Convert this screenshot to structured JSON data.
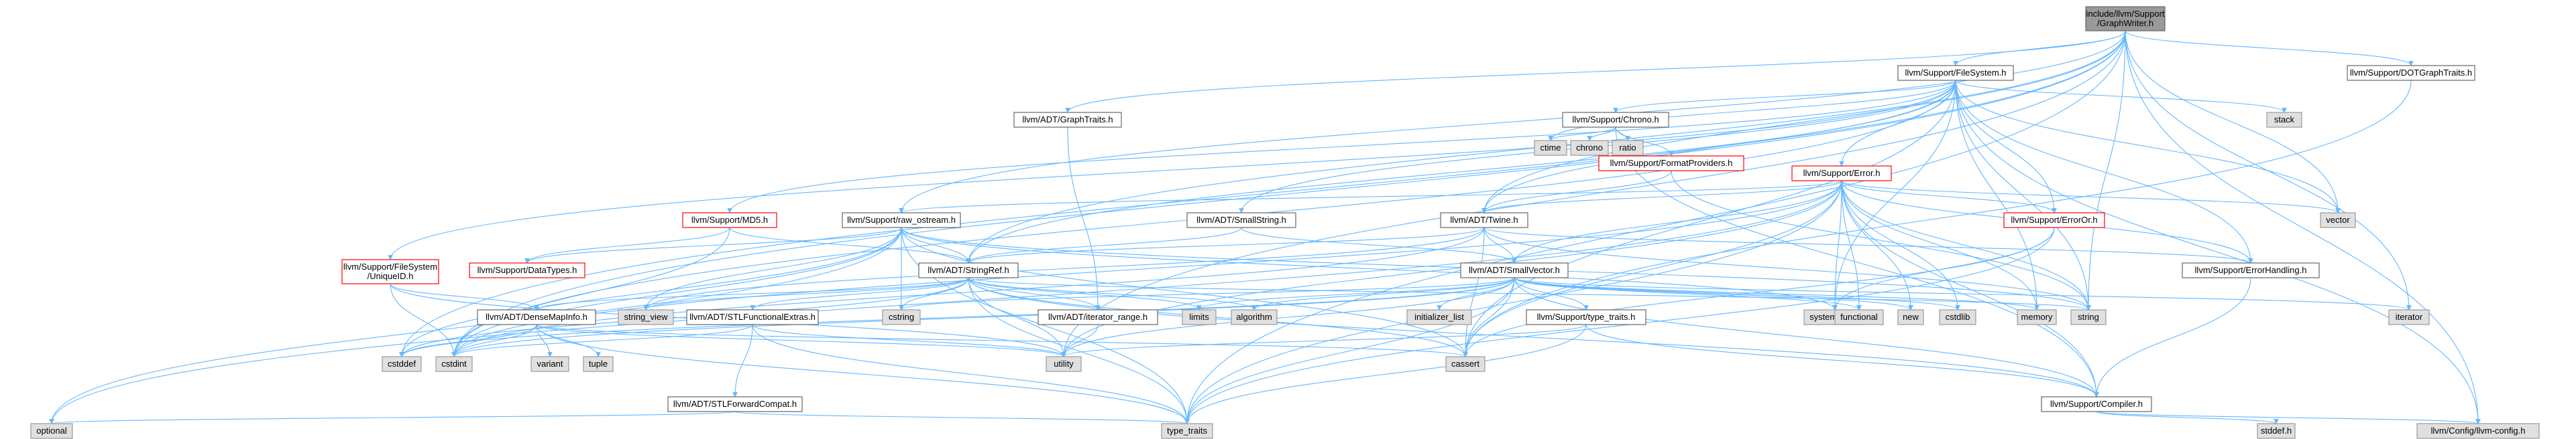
{
  "colors": {
    "root_fill": "#999999",
    "root_stroke": "#666666",
    "header_fill": "#ffffff",
    "header_stroke": "#666666",
    "red_stroke": "#ff0000",
    "std_fill": "#e0e0e0",
    "std_stroke": "#999999",
    "edge": "#63b8ff"
  },
  "nodes": [
    {
      "id": "root",
      "lines": [
        "include/llvm/Support",
        "/GraphWriter.h"
      ],
      "kind": "root"
    },
    {
      "id": "filesystem",
      "lines": [
        "llvm/Support/FileSystem.h"
      ],
      "kind": "header"
    },
    {
      "id": "dotgraphtraits",
      "lines": [
        "llvm/Support/DOTGraphTraits.h"
      ],
      "kind": "header"
    },
    {
      "id": "graphtraits",
      "lines": [
        "llvm/ADT/GraphTraits.h"
      ],
      "kind": "header"
    },
    {
      "id": "chrono_h",
      "lines": [
        "llvm/Support/Chrono.h"
      ],
      "kind": "header"
    },
    {
      "id": "stack",
      "lines": [
        "stack"
      ],
      "kind": "std"
    },
    {
      "id": "ctime",
      "lines": [
        "ctime"
      ],
      "kind": "std"
    },
    {
      "id": "chrono",
      "lines": [
        "chrono"
      ],
      "kind": "std"
    },
    {
      "id": "ratio",
      "lines": [
        "ratio"
      ],
      "kind": "std"
    },
    {
      "id": "formatproviders",
      "lines": [
        "llvm/Support/FormatProviders.h"
      ],
      "kind": "red"
    },
    {
      "id": "error_h",
      "lines": [
        "llvm/Support/Error.h"
      ],
      "kind": "red"
    },
    {
      "id": "md5",
      "lines": [
        "llvm/Support/MD5.h"
      ],
      "kind": "red"
    },
    {
      "id": "raw_ostream",
      "lines": [
        "llvm/Support/raw_ostream.h"
      ],
      "kind": "header"
    },
    {
      "id": "smallstring",
      "lines": [
        "llvm/ADT/SmallString.h"
      ],
      "kind": "header"
    },
    {
      "id": "twine",
      "lines": [
        "llvm/ADT/Twine.h"
      ],
      "kind": "header"
    },
    {
      "id": "erroror",
      "lines": [
        "llvm/Support/ErrorOr.h"
      ],
      "kind": "red"
    },
    {
      "id": "vector",
      "lines": [
        "vector"
      ],
      "kind": "std"
    },
    {
      "id": "uniqueid",
      "lines": [
        "llvm/Support/FileSystem",
        "/UniqueID.h"
      ],
      "kind": "red"
    },
    {
      "id": "datatypes",
      "lines": [
        "llvm/Support/DataTypes.h"
      ],
      "kind": "red"
    },
    {
      "id": "stringref",
      "lines": [
        "llvm/ADT/StringRef.h"
      ],
      "kind": "header"
    },
    {
      "id": "smallvector",
      "lines": [
        "llvm/ADT/SmallVector.h"
      ],
      "kind": "header"
    },
    {
      "id": "system_error",
      "lines": [
        "system_error"
      ],
      "kind": "std"
    },
    {
      "id": "errorhandling",
      "lines": [
        "llvm/Support/ErrorHandling.h"
      ],
      "kind": "header"
    },
    {
      "id": "densemapinfo",
      "lines": [
        "llvm/ADT/DenseMapInfo.h"
      ],
      "kind": "header"
    },
    {
      "id": "string_view",
      "lines": [
        "string_view"
      ],
      "kind": "std"
    },
    {
      "id": "stlfunctional",
      "lines": [
        "llvm/ADT/STLFunctionalExtras.h"
      ],
      "kind": "header"
    },
    {
      "id": "cstring",
      "lines": [
        "cstring"
      ],
      "kind": "std"
    },
    {
      "id": "iterator_range",
      "lines": [
        "llvm/ADT/iterator_range.h"
      ],
      "kind": "header"
    },
    {
      "id": "limits",
      "lines": [
        "limits"
      ],
      "kind": "std"
    },
    {
      "id": "algorithm",
      "lines": [
        "algorithm"
      ],
      "kind": "std"
    },
    {
      "id": "initializer_list",
      "lines": [
        "initializer_list"
      ],
      "kind": "std"
    },
    {
      "id": "type_traits_h",
      "lines": [
        "llvm/Support/type_traits.h"
      ],
      "kind": "header"
    },
    {
      "id": "functional",
      "lines": [
        "functional"
      ],
      "kind": "std"
    },
    {
      "id": "new",
      "lines": [
        "new"
      ],
      "kind": "std"
    },
    {
      "id": "cstdlib",
      "lines": [
        "cstdlib"
      ],
      "kind": "std"
    },
    {
      "id": "memory",
      "lines": [
        "memory"
      ],
      "kind": "std"
    },
    {
      "id": "string",
      "lines": [
        "string"
      ],
      "kind": "std"
    },
    {
      "id": "iterator",
      "lines": [
        "iterator"
      ],
      "kind": "std"
    },
    {
      "id": "cstddef",
      "lines": [
        "cstddef"
      ],
      "kind": "std"
    },
    {
      "id": "cstdint",
      "lines": [
        "cstdint"
      ],
      "kind": "std"
    },
    {
      "id": "variant",
      "lines": [
        "variant"
      ],
      "kind": "std"
    },
    {
      "id": "tuple",
      "lines": [
        "tuple"
      ],
      "kind": "std"
    },
    {
      "id": "utility",
      "lines": [
        "utility"
      ],
      "kind": "std"
    },
    {
      "id": "cassert",
      "lines": [
        "cassert"
      ],
      "kind": "std"
    },
    {
      "id": "stlforward",
      "lines": [
        "llvm/ADT/STLForwardCompat.h"
      ],
      "kind": "header"
    },
    {
      "id": "compiler",
      "lines": [
        "llvm/Support/Compiler.h"
      ],
      "kind": "header"
    },
    {
      "id": "optional",
      "lines": [
        "optional"
      ],
      "kind": "std"
    },
    {
      "id": "type_traits",
      "lines": [
        "type_traits"
      ],
      "kind": "std"
    },
    {
      "id": "stddef",
      "lines": [
        "stddef.h"
      ],
      "kind": "std"
    },
    {
      "id": "config",
      "lines": [
        "llvm/Config/llvm-config.h"
      ],
      "kind": "std"
    }
  ],
  "edges": [
    [
      "root",
      "filesystem"
    ],
    [
      "root",
      "dotgraphtraits"
    ],
    [
      "root",
      "graphtraits"
    ],
    [
      "root",
      "raw_ostream"
    ],
    [
      "root",
      "stringref"
    ],
    [
      "root",
      "twine"
    ],
    [
      "root",
      "vector"
    ],
    [
      "root",
      "string"
    ],
    [
      "root",
      "iterator"
    ],
    [
      "root",
      "cstddef"
    ],
    [
      "root",
      "type_traits"
    ],
    [
      "root",
      "config"
    ],
    [
      "root",
      "utility"
    ],
    [
      "root",
      "cstdint"
    ],
    [
      "filesystem",
      "chrono_h"
    ],
    [
      "filesystem",
      "error_h"
    ],
    [
      "filesystem",
      "erroror"
    ],
    [
      "filesystem",
      "md5"
    ],
    [
      "filesystem",
      "uniqueid"
    ],
    [
      "filesystem",
      "smallstring"
    ],
    [
      "filesystem",
      "twine"
    ],
    [
      "filesystem",
      "stringref"
    ],
    [
      "filesystem",
      "stack"
    ],
    [
      "filesystem",
      "ctime"
    ],
    [
      "filesystem",
      "vector"
    ],
    [
      "filesystem",
      "system_error"
    ],
    [
      "filesystem",
      "memory"
    ],
    [
      "filesystem",
      "string"
    ],
    [
      "filesystem",
      "cassert"
    ],
    [
      "filesystem",
      "cstdint"
    ],
    [
      "filesystem",
      "errorhandling"
    ],
    [
      "filesystem",
      "config"
    ],
    [
      "dotgraphtraits",
      "cassert"
    ],
    [
      "graphtraits",
      "iterator_range"
    ],
    [
      "chrono_h",
      "ctime"
    ],
    [
      "chrono_h",
      "chrono"
    ],
    [
      "chrono_h",
      "ratio"
    ],
    [
      "chrono_h",
      "formatproviders"
    ],
    [
      "chrono_h",
      "compiler"
    ],
    [
      "formatproviders",
      "twine"
    ],
    [
      "formatproviders",
      "string"
    ],
    [
      "error_h",
      "vector"
    ],
    [
      "error_h",
      "raw_ostream"
    ],
    [
      "error_h",
      "twine"
    ],
    [
      "error_h",
      "erroror"
    ],
    [
      "error_h",
      "system_error"
    ],
    [
      "error_h",
      "errorhandling"
    ],
    [
      "error_h",
      "smallvector"
    ],
    [
      "error_h",
      "optional"
    ],
    [
      "error_h",
      "functional"
    ],
    [
      "error_h",
      "new"
    ],
    [
      "error_h",
      "cstdlib"
    ],
    [
      "error_h",
      "memory"
    ],
    [
      "error_h",
      "string"
    ],
    [
      "error_h",
      "cassert"
    ],
    [
      "error_h",
      "type_traits"
    ],
    [
      "error_h",
      "utility"
    ],
    [
      "error_h",
      "compiler"
    ],
    [
      "error_h",
      "cstdint"
    ],
    [
      "md5",
      "stringref"
    ],
    [
      "md5",
      "datatypes"
    ],
    [
      "md5",
      "cstdint"
    ],
    [
      "raw_ostream",
      "stringref"
    ],
    [
      "raw_ostream",
      "datatypes"
    ],
    [
      "raw_ostream",
      "string_view"
    ],
    [
      "raw_ostream",
      "cstring"
    ],
    [
      "raw_ostream",
      "optional"
    ],
    [
      "raw_ostream",
      "string"
    ],
    [
      "raw_ostream",
      "system_error"
    ],
    [
      "raw_ostream",
      "type_traits"
    ],
    [
      "raw_ostream",
      "cassert"
    ],
    [
      "raw_ostream",
      "cstddef"
    ],
    [
      "raw_ostream",
      "cstdint"
    ],
    [
      "smallstring",
      "stringref"
    ],
    [
      "smallstring",
      "smallvector"
    ],
    [
      "twine",
      "smallvector"
    ],
    [
      "twine",
      "stringref"
    ],
    [
      "twine",
      "errorhandling"
    ],
    [
      "twine",
      "cassert"
    ],
    [
      "twine",
      "cstdint"
    ],
    [
      "twine",
      "string"
    ],
    [
      "twine",
      "string_view"
    ],
    [
      "erroror",
      "system_error"
    ],
    [
      "erroror",
      "type_traits"
    ],
    [
      "erroror",
      "cassert"
    ],
    [
      "uniqueid",
      "densemapinfo"
    ],
    [
      "uniqueid",
      "cstdint"
    ],
    [
      "uniqueid",
      "utility"
    ],
    [
      "stringref",
      "densemapinfo"
    ],
    [
      "stringref",
      "stlfunctional"
    ],
    [
      "stringref",
      "iterator_range"
    ],
    [
      "stringref",
      "compiler"
    ],
    [
      "stringref",
      "algorithm"
    ],
    [
      "stringref",
      "cassert"
    ],
    [
      "stringref",
      "cstddef"
    ],
    [
      "stringref",
      "cstring"
    ],
    [
      "stringref",
      "limits"
    ],
    [
      "stringref",
      "string"
    ],
    [
      "stringref",
      "string_view"
    ],
    [
      "stringref",
      "type_traits"
    ],
    [
      "stringref",
      "utility"
    ],
    [
      "smallvector",
      "compiler"
    ],
    [
      "smallvector",
      "type_traits_h"
    ],
    [
      "smallvector",
      "algorithm"
    ],
    [
      "smallvector",
      "cassert"
    ],
    [
      "smallvector",
      "cstddef"
    ],
    [
      "smallvector",
      "cstdlib"
    ],
    [
      "smallvector",
      "cstring"
    ],
    [
      "smallvector",
      "functional"
    ],
    [
      "smallvector",
      "initializer_list"
    ],
    [
      "smallvector",
      "iterator"
    ],
    [
      "smallvector",
      "limits"
    ],
    [
      "smallvector",
      "memory"
    ],
    [
      "smallvector",
      "new"
    ],
    [
      "smallvector",
      "type_traits"
    ],
    [
      "smallvector",
      "utility"
    ],
    [
      "smallvector",
      "cstdint"
    ],
    [
      "errorhandling",
      "compiler"
    ],
    [
      "densemapinfo",
      "cassert"
    ],
    [
      "densemapinfo",
      "cstddef"
    ],
    [
      "densemapinfo",
      "cstdint"
    ],
    [
      "densemapinfo",
      "tuple"
    ],
    [
      "densemapinfo",
      "type_traits"
    ],
    [
      "densemapinfo",
      "utility"
    ],
    [
      "densemapinfo",
      "variant"
    ],
    [
      "stlfunctional",
      "stlforward"
    ],
    [
      "stlfunctional",
      "type_traits"
    ],
    [
      "stlfunctional",
      "utility"
    ],
    [
      "stlfunctional",
      "cstdint"
    ],
    [
      "iterator_range",
      "utility"
    ],
    [
      "type_traits_h",
      "compiler"
    ],
    [
      "type_traits_h",
      "type_traits"
    ],
    [
      "type_traits_h",
      "utility"
    ],
    [
      "stlforward",
      "optional"
    ],
    [
      "stlforward",
      "type_traits"
    ],
    [
      "compiler",
      "stddef"
    ],
    [
      "compiler",
      "config"
    ]
  ]
}
